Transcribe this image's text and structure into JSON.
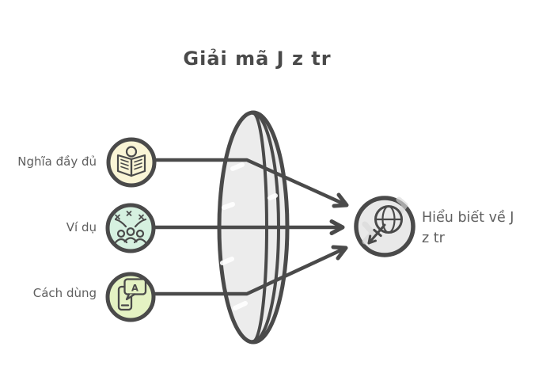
{
  "title": "Giải mã J z tr",
  "colors": {
    "background": "#ffffff",
    "stroke": "#4a4a4a",
    "label_text": "#5f5f5f",
    "lens_fill": "#ececec",
    "node1_fill": "#faf5d6",
    "node2_fill": "#d6f1e0",
    "node3_fill": "#e4f2c3",
    "result_fill": "#e9e9e9",
    "decor_gray": "#d9d9d9",
    "highlight": "#ffffff"
  },
  "inputs": [
    {
      "label": "Nghĩa đầy đủ",
      "icon": "reading-book-icon"
    },
    {
      "label": "Ví dụ",
      "icon": "audience-people-icon"
    },
    {
      "label": "Cách dùng",
      "icon": "phone-chat-icon",
      "glyph": "A"
    }
  ],
  "lens": {
    "icon": "lens-shape"
  },
  "result": {
    "label": "Hiểu biết về J z tr",
    "lines": [
      "Hiểu biết về J",
      "z tr"
    ],
    "icon": "globe-arrow-icon"
  }
}
